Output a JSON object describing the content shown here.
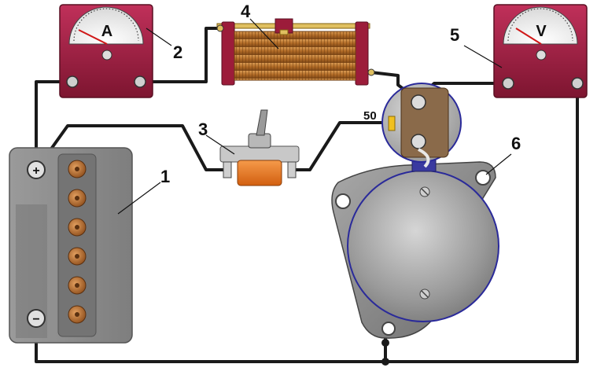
{
  "labels": {
    "battery": "1",
    "ammeter": "2",
    "switch": "3",
    "rheostat": "4",
    "voltmeter": "5",
    "starter": "6"
  },
  "ammeter_symbol": "A",
  "voltmeter_symbol": "V",
  "solenoid_terminal": "50",
  "battery_positive": "+",
  "battery_negative": "−",
  "colors": {
    "wire": "#1a1a1a",
    "meter_body": "#9c1c3a",
    "battery": "#8a8a8a",
    "coil": "#b8722e",
    "switch_base": "#e8751a",
    "starter_body": "#9a9a9a"
  }
}
